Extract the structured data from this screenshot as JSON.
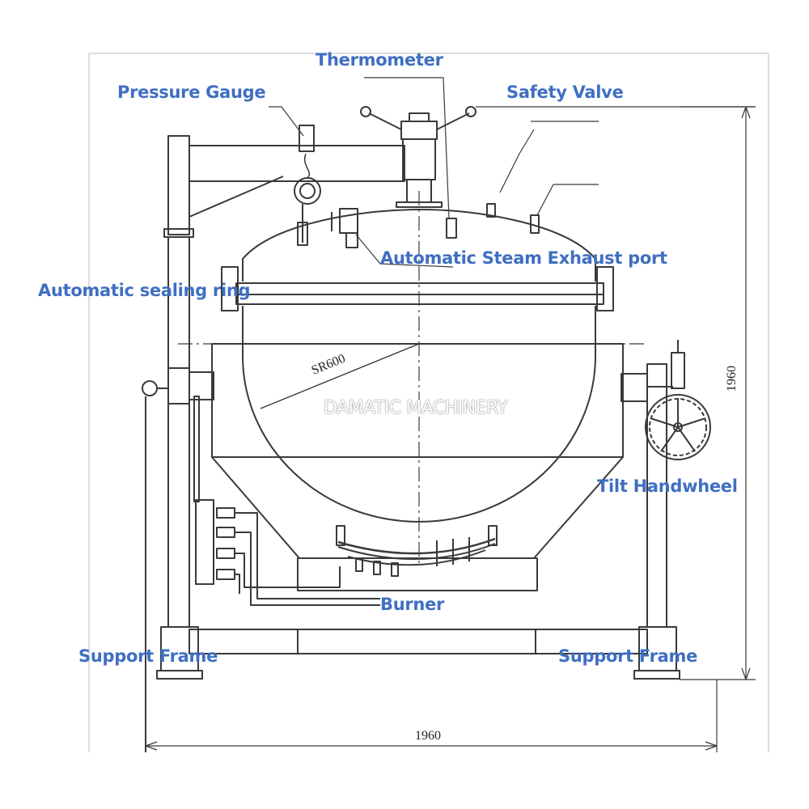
{
  "colors": {
    "label": "#3f6fc2",
    "line": "#3a3a3a",
    "background": "#ffffff"
  },
  "labels": {
    "thermometer": "Thermometer",
    "pressure_gauge": "Pressure Gauge",
    "safety_valve": "Safety Valve",
    "steam_exhaust": "Automatic Steam Exhaust port",
    "sealing_ring": "Automatic sealing ring",
    "tilt_handwheel": "Tilt Handwheel",
    "burner": "Burner",
    "support_frame_left": "Support Frame",
    "support_frame_right": "Support Frame"
  },
  "dimensions": {
    "radius": "SR600",
    "width": "1960",
    "height": "1960"
  },
  "watermark": "DAMATIC MACHINERY"
}
